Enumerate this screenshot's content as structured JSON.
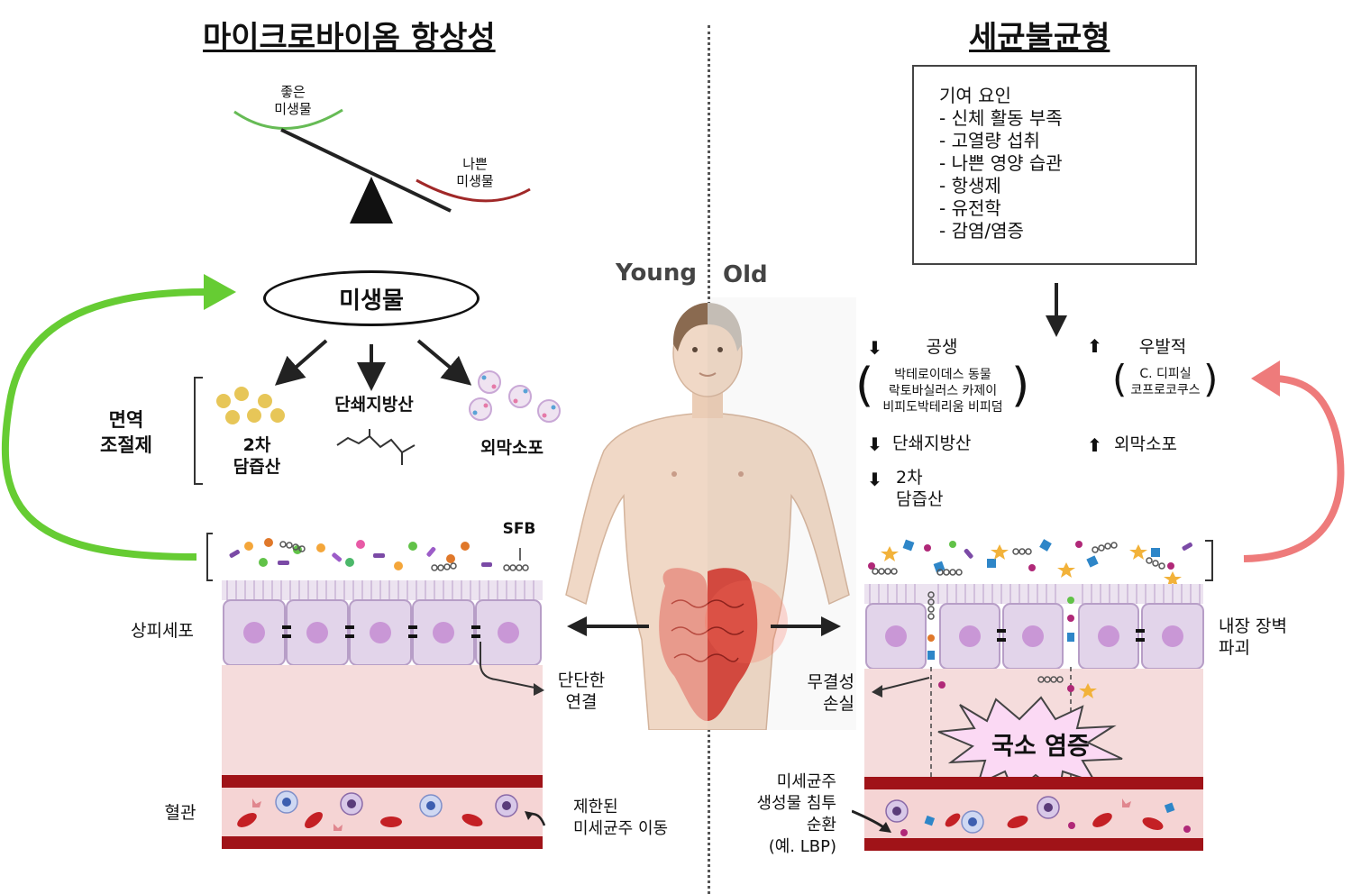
{
  "left": {
    "title": "마이크로바이옴 항상성",
    "good_microbes": [
      "좋은",
      "미생물"
    ],
    "bad_microbes": [
      "나쁜",
      "미생물"
    ],
    "microbes_oval": "미생물",
    "immune_modulators": [
      "면역",
      "조절제"
    ],
    "bile_acids": [
      "2차",
      "담즙산"
    ],
    "scfa": "단쇄지방산",
    "omv": "외막소포",
    "sfb": "SFB",
    "epithelium": "상피세포",
    "tight_junction": [
      "단단한",
      "연결"
    ],
    "vessel": "혈관",
    "limited_translocation": [
      "제한된",
      "미세균주 이동"
    ]
  },
  "center": {
    "young": "Young",
    "old": "Old"
  },
  "right": {
    "title": "세균불균형",
    "factors_title": "기여 요인",
    "factors": [
      "- 신체 활동 부족",
      "- 고열량 섭취",
      "- 나쁜 영양 습관",
      "- 항생제",
      "- 유전학",
      "- 감염/염증"
    ],
    "symbiont_label": "공생",
    "symbiont_species": [
      "박테로이데스 동물",
      "락토바실러스 카제이",
      "비피도박테리움 비피덤"
    ],
    "pathobiont_label": "우발적",
    "pathobiont_species": [
      "C. 디피실",
      "코프로코쿠스"
    ],
    "scfa_down": "단쇄지방산",
    "bile_down": [
      "2차",
      "담즙산"
    ],
    "omv_up": "외막소포",
    "barrier_damage": [
      "내장 장벽",
      "파괴"
    ],
    "integrity_loss": [
      "무결성",
      "손실"
    ],
    "local_inflammation": "국소 염증",
    "translocation": [
      "미세균주",
      "생성물 침투",
      "순환",
      "(예. LBP)"
    ]
  },
  "colors": {
    "green_arrow": "#66cc33",
    "pink_arrow": "#ee7b7b",
    "tissue": "#f5dcdc",
    "vessel": "#a01318",
    "epithelial_cell": "#e2d4ea",
    "nucleus": "#c997d6"
  }
}
